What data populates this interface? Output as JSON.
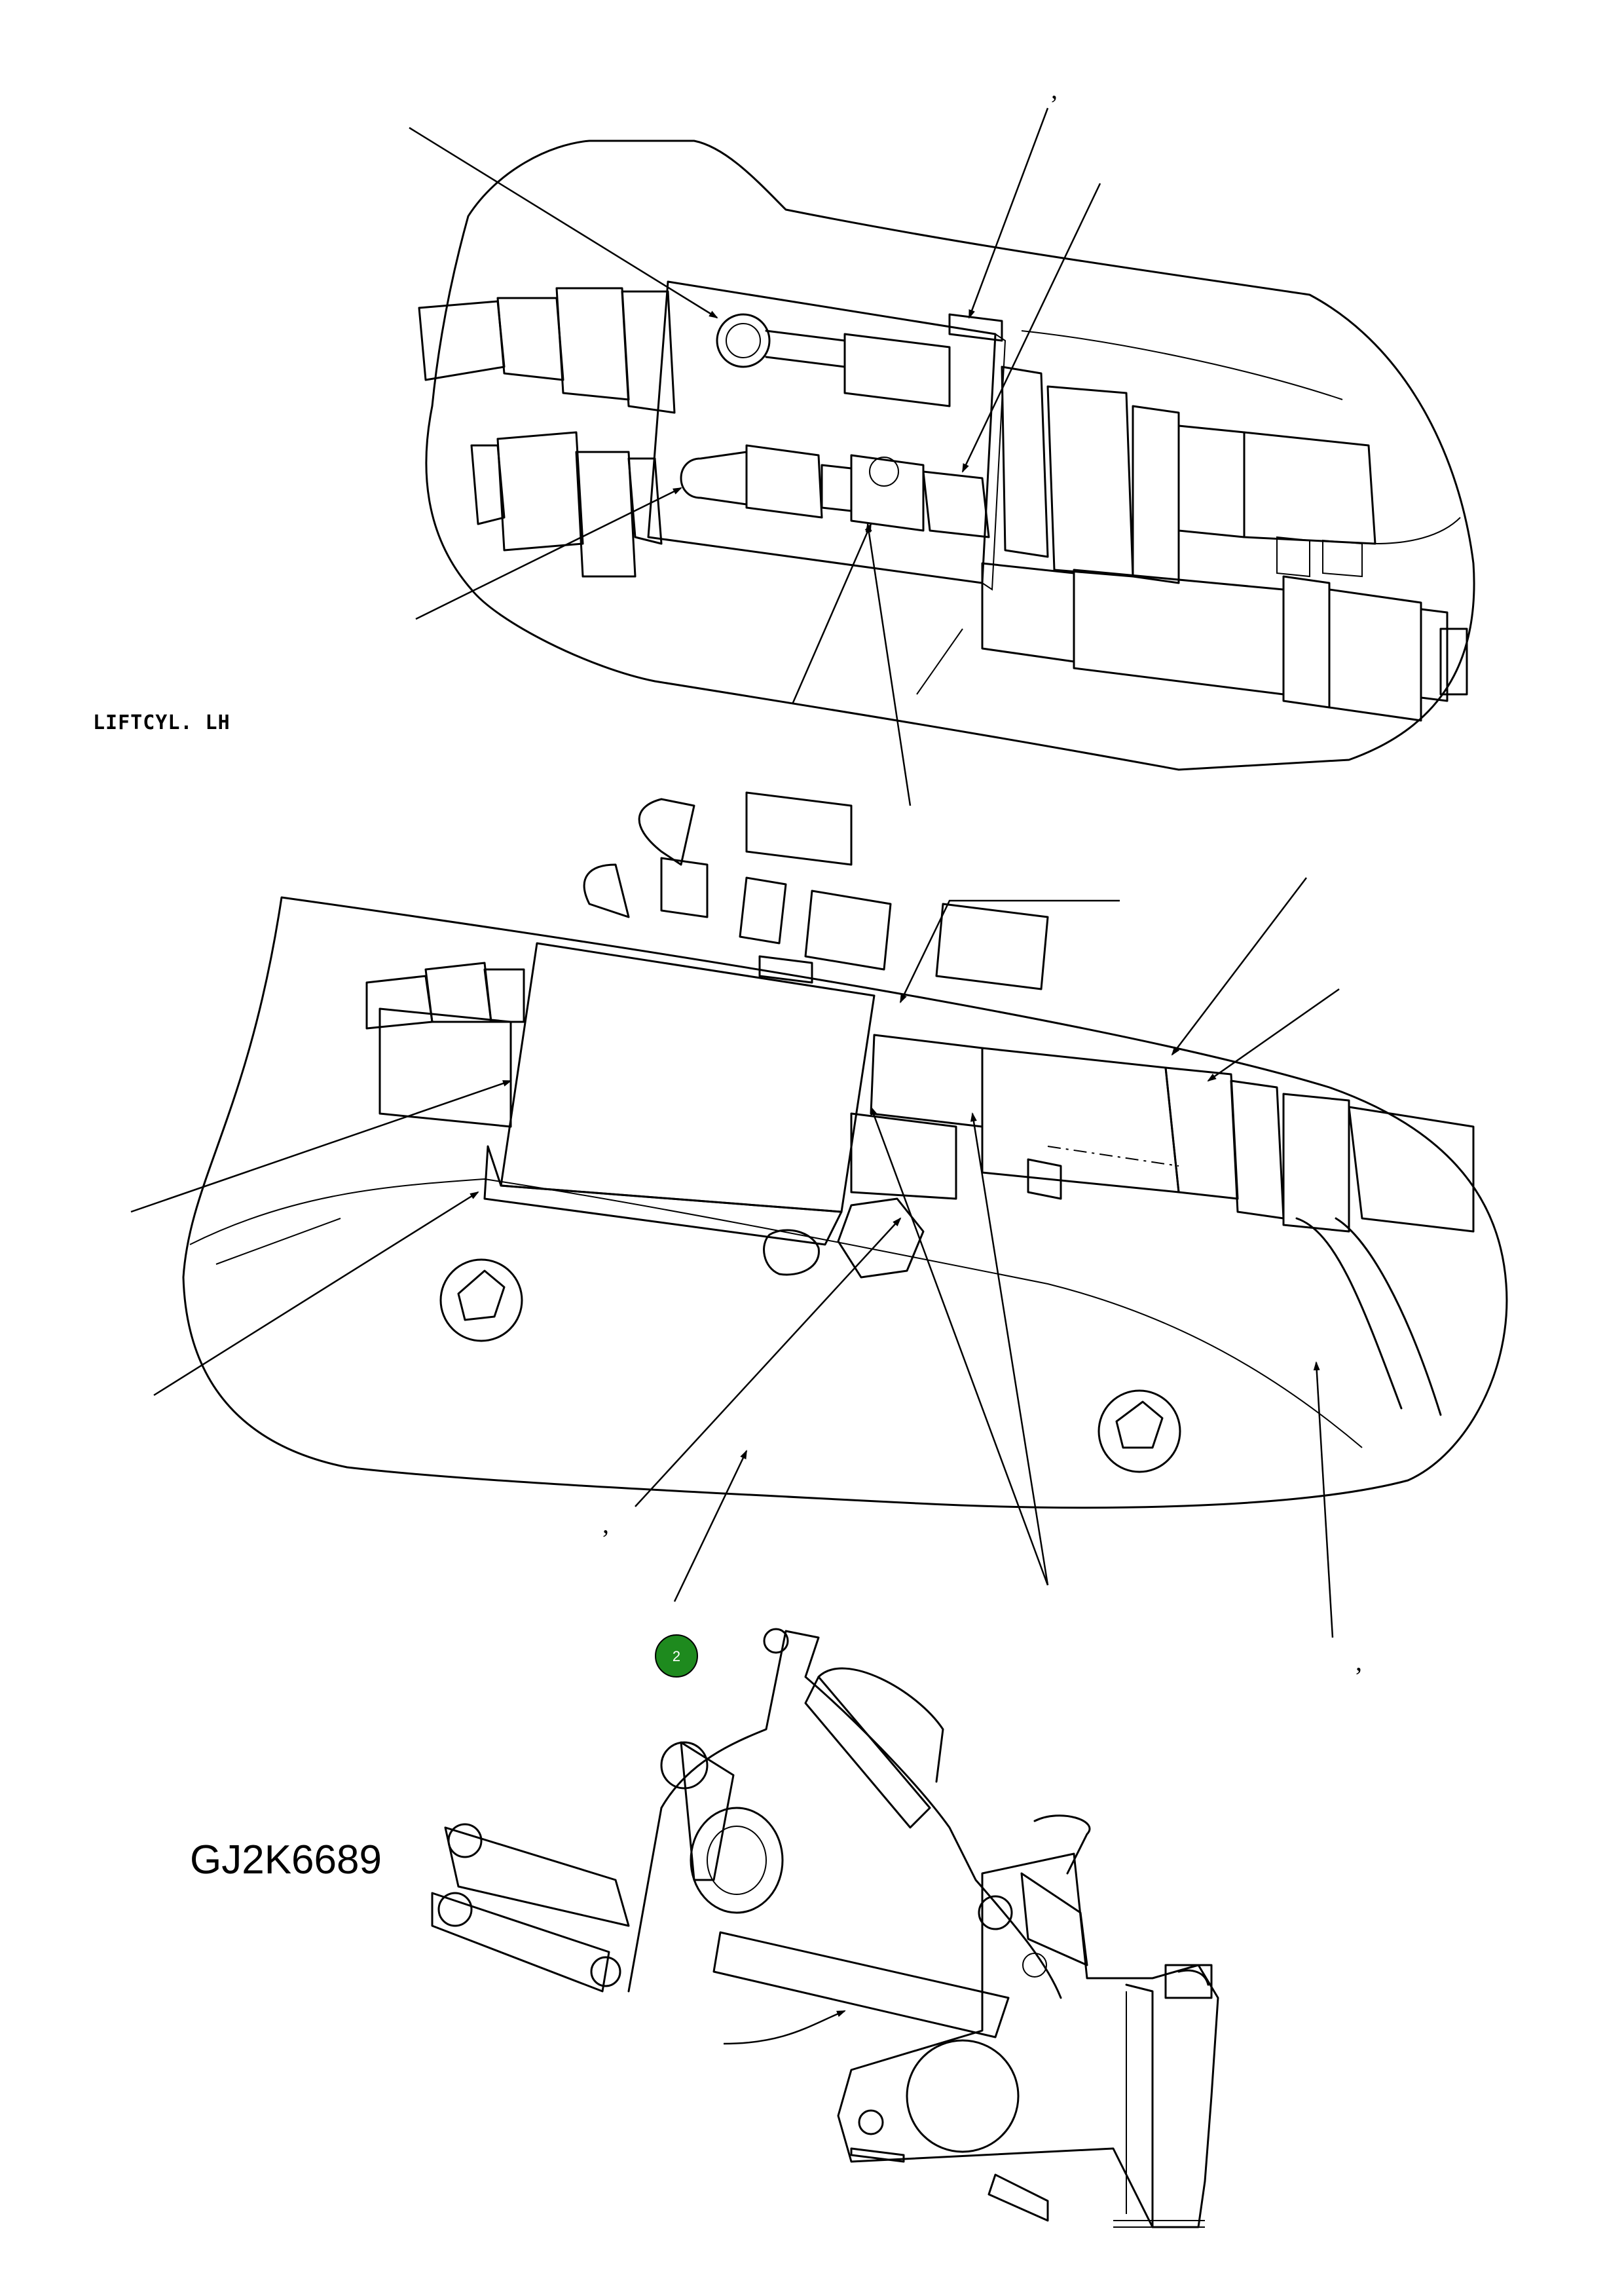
{
  "view_label": "LIFTCYL. LH",
  "figure_id": "GJ2K6689",
  "callout": {
    "number": "2",
    "color": "#1e8a1e"
  },
  "marks": [
    ",",
    ",",
    ","
  ]
}
